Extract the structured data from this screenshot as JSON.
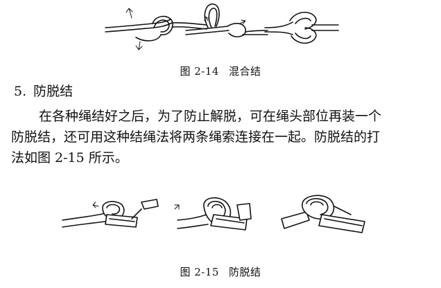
{
  "figure_top": {
    "number": "图 2-14",
    "title": "混合结"
  },
  "section": {
    "number": "5.",
    "title": "防脱结"
  },
  "paragraph": {
    "line1": "在各种绳结好之后，为了防止解脱，可在绳头部位再装一个",
    "line2": "防脱结，还可用这种结绳法将两条绳索连接在一起。防脱结的打",
    "line3": "法如图 2-15 所示。"
  },
  "figure_bottom": {
    "number": "图 2-15",
    "title": "防脱结"
  }
}
